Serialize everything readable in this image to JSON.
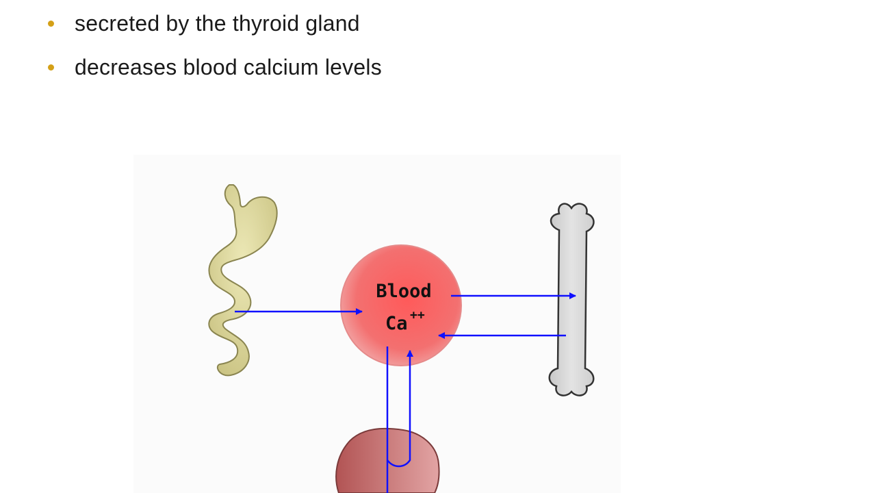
{
  "bullets": [
    {
      "text": "secreted by the thyroid gland"
    },
    {
      "text": "decreases blood calcium levels"
    }
  ],
  "diagram": {
    "blood_label_line1": "Blood",
    "blood_label_ca": "Ca",
    "blood_label_charge": "++",
    "icons": [
      "intestine-icon",
      "bone-icon",
      "kidney-icon",
      "blood-pool-icon"
    ],
    "colors": {
      "bullet": "#d4a017",
      "arrow": "#1010ff",
      "blood": "#f25a5a",
      "intestine": "#d2cf8e",
      "bone": "#d8d8d8",
      "kidney": "#b85a5a"
    }
  }
}
